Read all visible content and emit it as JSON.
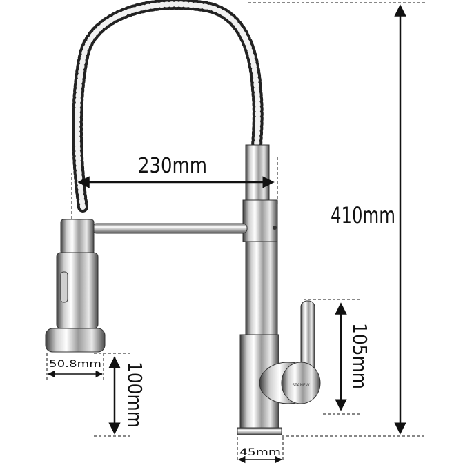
{
  "dimensions": {
    "spout_reach": "230mm",
    "total_height": "410mm",
    "handle_height": "105mm",
    "sprayer_diameter": "50.8mm",
    "sprayer_height": "100mm",
    "base_diameter": "45mm"
  },
  "brand": "STANEW",
  "colors": {
    "chrome_light": "#f4f4f4",
    "chrome_mid": "#bdbdbd",
    "chrome_dark": "#4a4a4a",
    "line": "#111111"
  }
}
